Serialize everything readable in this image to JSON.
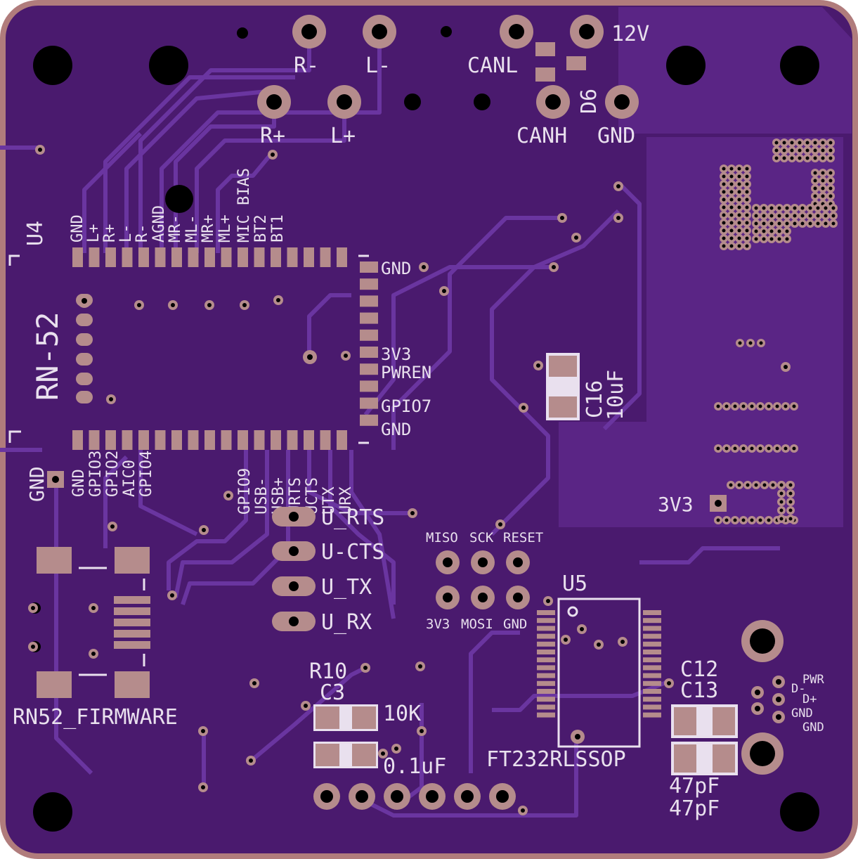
{
  "colors": {
    "board": "#4a1a6e",
    "board_edge": "#b07c7c",
    "copper_pour": "#5a2585",
    "trace": "#6a35a0",
    "pad": "#b58c8c",
    "hole": "#000000",
    "silk": "#e9e0ee"
  },
  "connector_labels": {
    "r_minus": "R-",
    "l_minus": "L-",
    "r_plus": "R+",
    "l_plus": "L+",
    "canl": "CANL",
    "canh": "CANH",
    "gnd_top": "GND",
    "v12": "12V",
    "d6": "D6"
  },
  "u4": {
    "ref": "U4",
    "name": "RN-52",
    "top_pins": [
      "GND",
      "L+",
      "R+",
      "L-",
      "R-",
      "AGND",
      "MR-",
      "ML-",
      "MR+",
      "ML+",
      "MIC BIAS",
      "BT2",
      "BT1"
    ],
    "right_pins": [
      "GND",
      "3V3",
      "PWREN",
      "GPIO7",
      "GND"
    ],
    "bottom_left_pins": [
      "GND",
      "GPIO3",
      "GPIO2",
      "AIC0",
      "GPIO4"
    ],
    "bottom_right_pins": [
      "GPIO9",
      "USB-",
      "USB+",
      "URTS",
      "UCTS",
      "UTX",
      "URX"
    ]
  },
  "gnd_pin_label": "GND",
  "uart_pads": [
    "U_RTS",
    "U-CTS",
    "U_TX",
    "U_RX"
  ],
  "isp": {
    "top_labels": [
      "MISO",
      "SCK",
      "RESET"
    ],
    "bottom_labels": [
      "3V3",
      "MOSI",
      "GND"
    ]
  },
  "firmware_switch": {
    "label": "RN52_FIRMWARE"
  },
  "passives": {
    "r10": "R10",
    "c3": "C3",
    "r10_value": "10K",
    "c3_value": "0.1uF",
    "c16": "C16",
    "c16_value": "10uF",
    "c12": "C12",
    "c13": "C13",
    "c12_value": "47pF",
    "c13_value": "47pF"
  },
  "u5": {
    "ref": "U5",
    "name": "FT232RLSSOP"
  },
  "usb_labels": {
    "pwr": "PWR",
    "dm": "D-",
    "dp": "D+",
    "gnd1": "GND",
    "gnd2": "GND"
  },
  "v3v3_label": "3V3"
}
